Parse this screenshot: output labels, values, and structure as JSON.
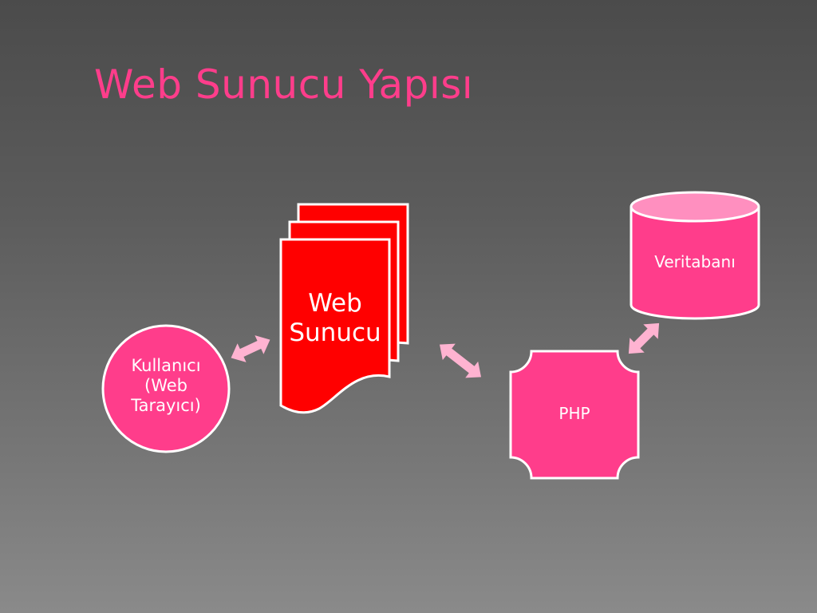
{
  "slide": {
    "title": "Web Sunucu Yapısı"
  },
  "nodes": {
    "user": {
      "text": "Kullanıcı\n(Web\nTarayıcı)"
    },
    "web_server": {
      "text": "Web\nSunucu"
    },
    "database": {
      "text": "Veritabanı"
    },
    "php": {
      "text": "PHP"
    }
  },
  "colors": {
    "title": "#ff3d8b",
    "node_fill": "#ff3d8b",
    "document_fill": "#ff0000",
    "cylinder_top": "#ff8fbf",
    "arrow": "#ffb3d1",
    "stroke": "#ffffff",
    "label": "#ffffff"
  },
  "edges": [
    {
      "from": "user",
      "to": "web_server",
      "direction": "both"
    },
    {
      "from": "web_server",
      "to": "php",
      "direction": "both"
    },
    {
      "from": "php",
      "to": "database",
      "direction": "both"
    }
  ]
}
